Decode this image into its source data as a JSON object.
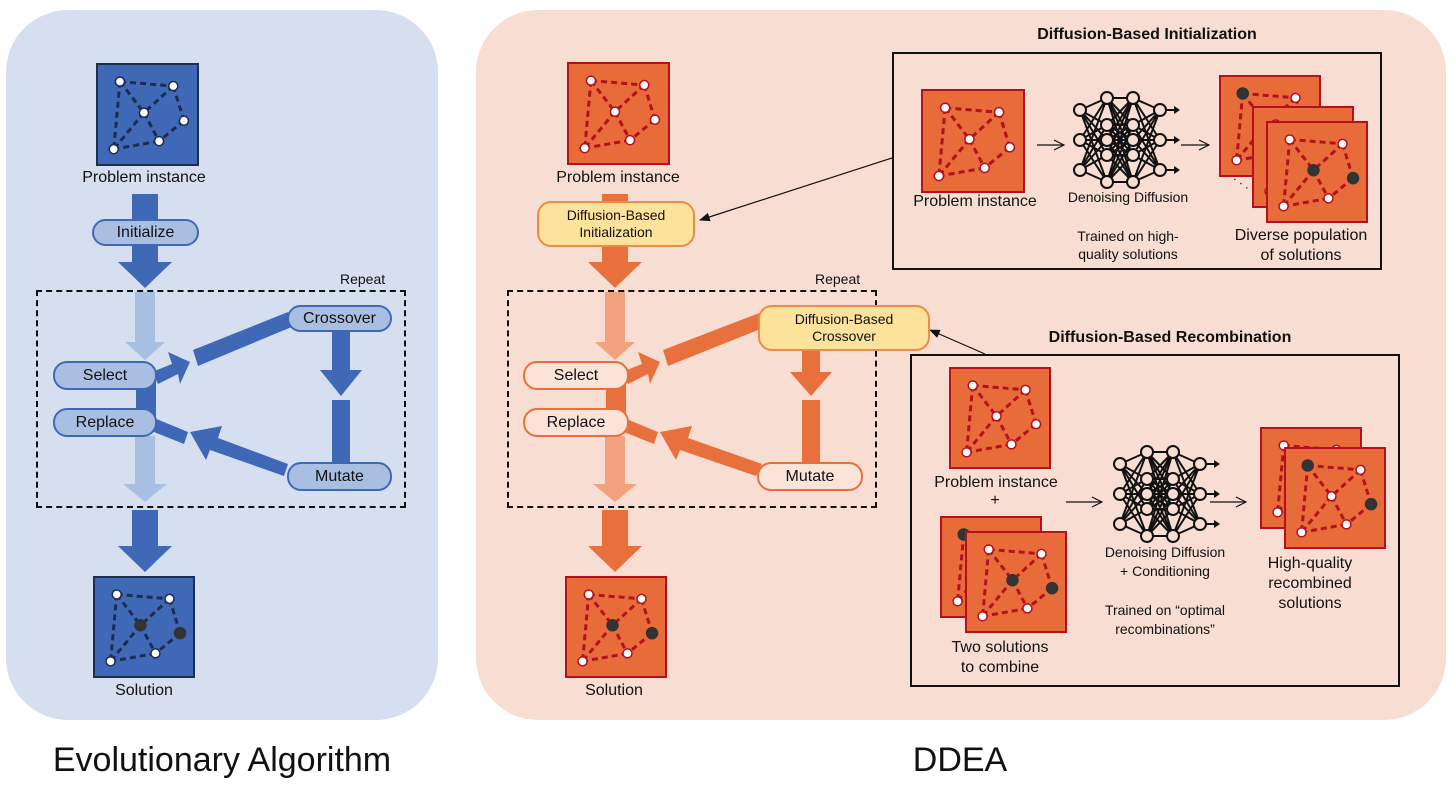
{
  "colors": {
    "ea_panel_bg": "#d5dfef",
    "ea_accent": "#3f69b7",
    "ea_light": "#a9bfe2",
    "ea_graph_fill": "#3f69b7",
    "ea_graph_edge": "#1d2d4e",
    "ddea_panel_bg": "#f8ddd2",
    "ddea_accent": "#e8703c",
    "ddea_light": "#f2a27e",
    "ddea_graph_fill": "#e86c3a",
    "ddea_graph_edge": "#b4101e",
    "highlight_pill": "#fde29b",
    "solution_node": "#333333"
  },
  "ea": {
    "title": "Evolutionary Algorithm",
    "problem_label": "Problem instance",
    "initialize": "Initialize",
    "repeat": "Repeat",
    "select": "Select",
    "replace": "Replace",
    "crossover": "Crossover",
    "mutate": "Mutate",
    "solution_label": "Solution"
  },
  "ddea": {
    "title": "DDEA",
    "problem_label": "Problem instance",
    "init_line1": "Diffusion-Based",
    "init_line2": "Initialization",
    "repeat": "Repeat",
    "select": "Select",
    "replace": "Replace",
    "crossover_line1": "Diffusion-Based",
    "crossover_line2": "Crossover",
    "mutate": "Mutate",
    "solution_label": "Solution"
  },
  "init_box": {
    "title": "Diffusion-Based Initialization",
    "problem_label": "Problem instance",
    "model_label": "Denoising Diffusion",
    "trained_line1": "Trained on high-",
    "trained_line2": "quality solutions",
    "output_line1": "Diverse population",
    "output_line2": "of solutions"
  },
  "recomb_box": {
    "title": "Diffusion-Based Recombination",
    "problem_label": "Problem instance",
    "plus": "+",
    "parents_line1": "Two solutions",
    "parents_line2": "to combine",
    "model_line1": "Denoising Diffusion",
    "model_line2": "+ Conditioning",
    "trained_line1": "Trained on “optimal",
    "trained_line2": "recombinations”",
    "output_line1": "High-quality",
    "output_line2": "recombined",
    "output_line3": "solutions"
  }
}
